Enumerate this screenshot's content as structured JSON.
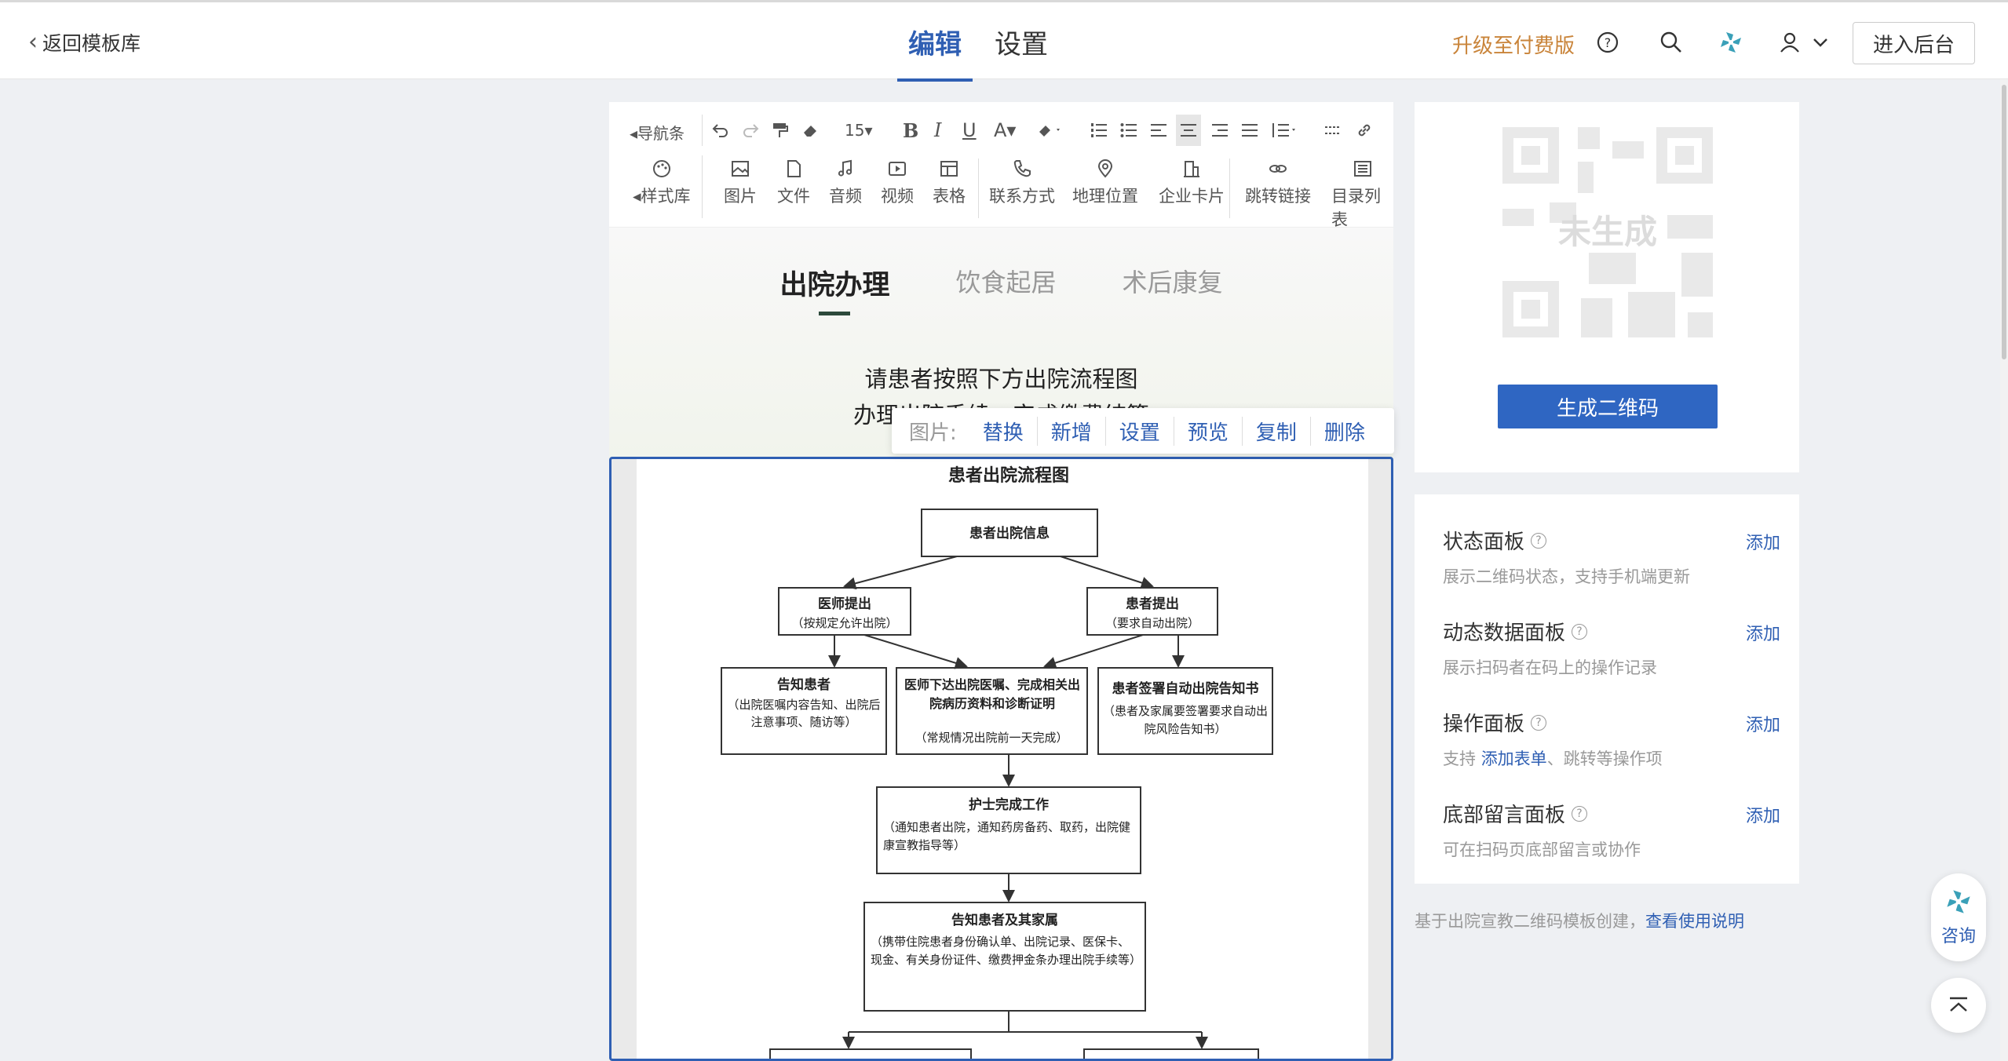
{
  "topbar": {
    "back_label": "返回模板库",
    "tabs": [
      {
        "label": "编辑",
        "active": true
      },
      {
        "label": "设置",
        "active": false
      }
    ],
    "upgrade_label": "升级至付费版",
    "enter_label": "进入后台",
    "accent_color": "#2f5fb3",
    "upgrade_color": "#c9843a"
  },
  "toolbar": {
    "nav_label": "导航条",
    "font_size": "15",
    "style_label": "样式库",
    "tools": [
      "图片",
      "文件",
      "音频",
      "视频",
      "表格",
      "联系方式",
      "地理位置",
      "企业卡片",
      "跳转链接",
      "目录列表"
    ]
  },
  "content": {
    "tabs": [
      {
        "label": "出院办理",
        "active": true
      },
      {
        "label": "饮食起居",
        "active": false
      },
      {
        "label": "术后康复",
        "active": false
      }
    ],
    "intro_line1": "请患者按照下方出院流程图",
    "intro_line2": "办理出院手续，完成缴费结算"
  },
  "image_toolbar": {
    "label": "图片:",
    "actions": [
      "替换",
      "新增",
      "设置",
      "预览",
      "复制",
      "删除"
    ]
  },
  "flowchart": {
    "title": "患者出院流程图",
    "start": "患者出院信息",
    "doctor": {
      "title": "医师提出",
      "sub": "（按规定允许出院）"
    },
    "patient": {
      "title": "患者提出",
      "sub": "（要求自动出院）"
    },
    "notify": {
      "title": "告知患者",
      "sub": "（出院医嘱内容告知、出院后注意事项、随访等）"
    },
    "orders": {
      "title": "医师下达出院医嘱、完成相关出院病历资料和诊断证明",
      "sub": "（常规情况出院前一天完成）"
    },
    "sign": {
      "title": "患者签署自动出院告知书",
      "sub": "（患者及家属要签署要求自动出院风险告知书）"
    },
    "nurse": {
      "title": "护士完成工作",
      "sub": "（通知患者出院，通知药房备药、取药，出院健康宣教指导等）"
    },
    "family": {
      "title": "告知患者及其家属",
      "sub": "（携带住院患者身份确认单、出院记录、医保卡、现金、有关身份证件、缴费押金条办理出院手续等）"
    }
  },
  "qr_panel": {
    "placeholder_text": "未生成",
    "generate_label": "生成二维码"
  },
  "panels": [
    {
      "title": "状态面板",
      "desc": "展示二维码状态，支持手机端更新",
      "add": "添加"
    },
    {
      "title": "动态数据面板",
      "desc": "展示扫码者在码上的操作记录",
      "add": "添加"
    },
    {
      "title": "操作面板",
      "desc_prefix": "支持 ",
      "desc_link": "添加表单",
      "desc_suffix": "、跳转等操作项",
      "add": "添加"
    },
    {
      "title": "底部留言面板",
      "desc": "可在扫码页底部留言或协作",
      "add": "添加"
    }
  ],
  "footnote": {
    "text": "基于出院宣教二维码模板创建，",
    "link": "查看使用说明"
  },
  "floating": {
    "consult_label": "咨询"
  }
}
